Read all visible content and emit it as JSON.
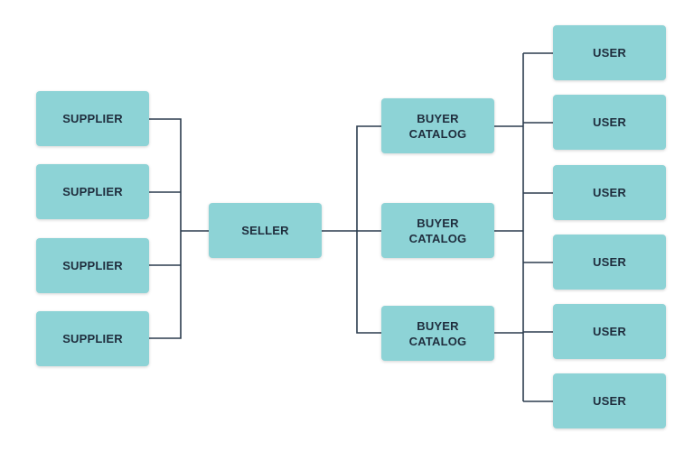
{
  "diagram": {
    "suppliers": [
      {
        "label": "SUPPLIER"
      },
      {
        "label": "SUPPLIER"
      },
      {
        "label": "SUPPLIER"
      },
      {
        "label": "SUPPLIER"
      }
    ],
    "seller": {
      "label": "SELLER"
    },
    "catalogs": [
      {
        "label": "BUYER\nCATALOG"
      },
      {
        "label": "BUYER\nCATALOG"
      },
      {
        "label": "BUYER\nCATALOG"
      }
    ],
    "users": [
      {
        "label": "USER"
      },
      {
        "label": "USER"
      },
      {
        "label": "USER"
      },
      {
        "label": "USER"
      },
      {
        "label": "USER"
      },
      {
        "label": "USER"
      }
    ],
    "colors": {
      "node_fill": "#8dd3d6",
      "node_text": "#1f2d3d",
      "connector": "#2b3c4e",
      "background": "#ffffff"
    }
  }
}
